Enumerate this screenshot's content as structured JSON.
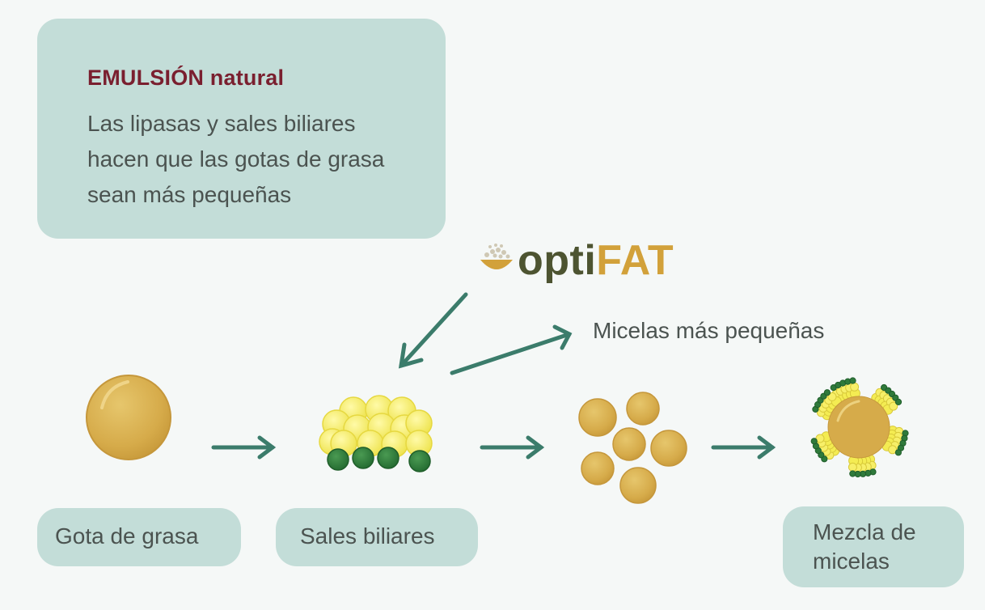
{
  "info": {
    "title": "EMULSIÓN natural",
    "lines": [
      "Las lipasas y sales biliares",
      "hacen que las gotas de grasa",
      "sean más pequeñas"
    ]
  },
  "logo": {
    "prefix": "opti",
    "suffix": "FAT",
    "icon": "droplets-bowl-icon"
  },
  "annotation": "Micelas más pequeñas",
  "stages": {
    "gota": "Gota de grasa",
    "sales": "Sales biliares",
    "mezcla_line1": "Mezcla de",
    "mezcla_line2": "micelas"
  },
  "colors": {
    "box": "#c3ddd8",
    "arrow": "#3b7c6b",
    "fat_droplet": "#d9b04e",
    "bile_yellow": "#f4ec52",
    "bile_green": "#2f7a3b",
    "title": "#7a1f2f"
  }
}
